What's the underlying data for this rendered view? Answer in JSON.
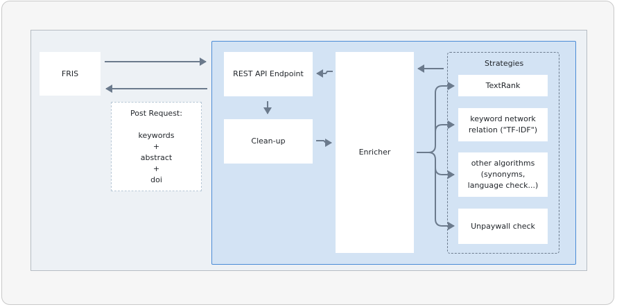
{
  "diagram": {
    "fris": "FRIS",
    "post_request": {
      "title": "Post Request:",
      "blank": "",
      "line1": "keywords",
      "plus1": "+",
      "line2": "abstract",
      "plus2": "+",
      "line3": "doi"
    },
    "rest_api": "REST API Endpoint",
    "cleanup": "Clean-up",
    "enricher": "Enricher",
    "strategies_title": "Strategies",
    "strategies": [
      "TextRank",
      "keyword network relation (\"TF-IDF\")",
      "other algorithms (synonyms, language check...)",
      "Unpaywall check"
    ],
    "colors": {
      "region_fill": "#d3e3f4",
      "region_border": "#4a8bd6",
      "arrow": "#6b7a8c"
    }
  }
}
